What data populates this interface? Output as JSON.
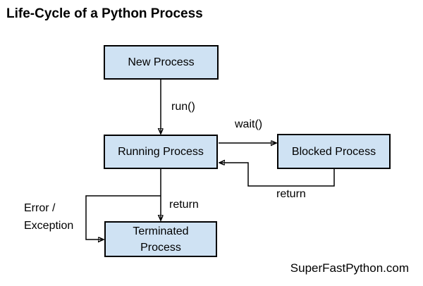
{
  "title": "Life-Cycle of a Python Process",
  "watermark": "SuperFastPython.com",
  "colors": {
    "background": "#ffffff",
    "box_fill": "#cfe2f3",
    "box_border": "#000000",
    "text": "#000000",
    "line": "#000000"
  },
  "diagram": {
    "type": "state-diagram",
    "nodes": [
      {
        "id": "new",
        "label": "New Process"
      },
      {
        "id": "running",
        "label": "Running Process"
      },
      {
        "id": "blocked",
        "label": "Blocked Process"
      },
      {
        "id": "terminated",
        "label": "Terminated Process"
      }
    ],
    "edges": [
      {
        "from": "new",
        "to": "running",
        "label": "run()"
      },
      {
        "from": "running",
        "to": "blocked",
        "label": "wait()"
      },
      {
        "from": "blocked",
        "to": "running",
        "label": "return"
      },
      {
        "from": "running",
        "to": "terminated",
        "label": "return"
      },
      {
        "from": "running",
        "to": "terminated",
        "label": "Error /\nException"
      }
    ]
  }
}
